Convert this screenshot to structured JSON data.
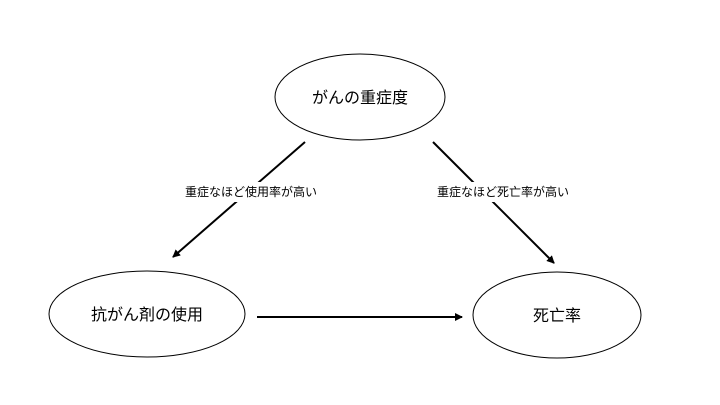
{
  "diagram": {
    "nodes": {
      "severity": "がんの重症度",
      "drug_use": "抗がん剤の使用",
      "mortality": "死亡率"
    },
    "edges": {
      "severity_to_drug": "重症なほど使用率が高い",
      "severity_to_mortality": "重症なほど死亡率が高い",
      "drug_to_mortality": ""
    }
  }
}
